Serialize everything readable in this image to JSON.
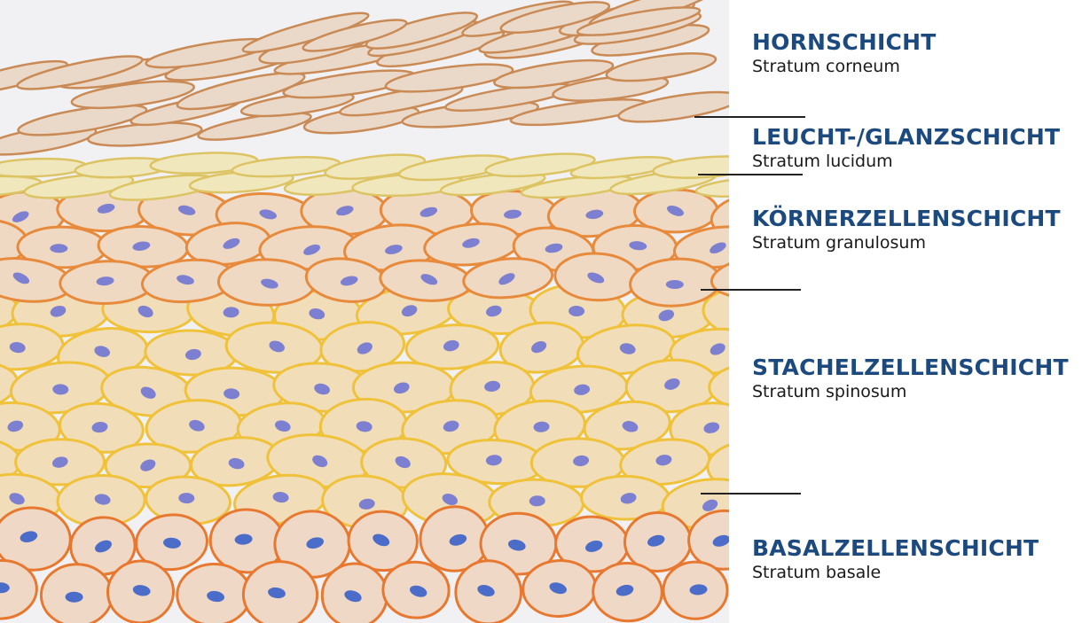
{
  "layers": [
    {
      "id": "corneum",
      "title": "HORNSCHICHT",
      "subtitle": "Stratum corneum"
    },
    {
      "id": "lucidum",
      "title": "LEUCHT-/GLANZSCHICHT",
      "subtitle": "Stratum lucidum"
    },
    {
      "id": "granulosum",
      "title": "KÖRNERZELLENSCHICHT",
      "subtitle": "Stratum granulosum"
    },
    {
      "id": "spinosum",
      "title": "STACHELZELLENSCHICHT",
      "subtitle": "Stratum spinosum"
    },
    {
      "id": "basale",
      "title": "BASALZELLENSCHICHT",
      "subtitle": "Stratum basale"
    }
  ],
  "colors": {
    "title": "#1d4a7e",
    "subtitle": "#1a1a1a",
    "paper": "#f1f1f3",
    "corneum_outline": "#c98a55",
    "corneum_fill": "#ead9c9",
    "lucidum_outline": "#dcc464",
    "lucidum_fill": "#f1e7bc",
    "granulosum_outline": "#e78a3c",
    "granulosum_fill": "#efd9c2",
    "spinosum_outline": "#f0c23a",
    "spinosum_fill": "#f1ddb8",
    "basale_outline": "#e8782f",
    "basale_fill": "#efd8c6",
    "nucleus": "#7d7fd0",
    "nucleus_basal": "#4b6cc8"
  }
}
